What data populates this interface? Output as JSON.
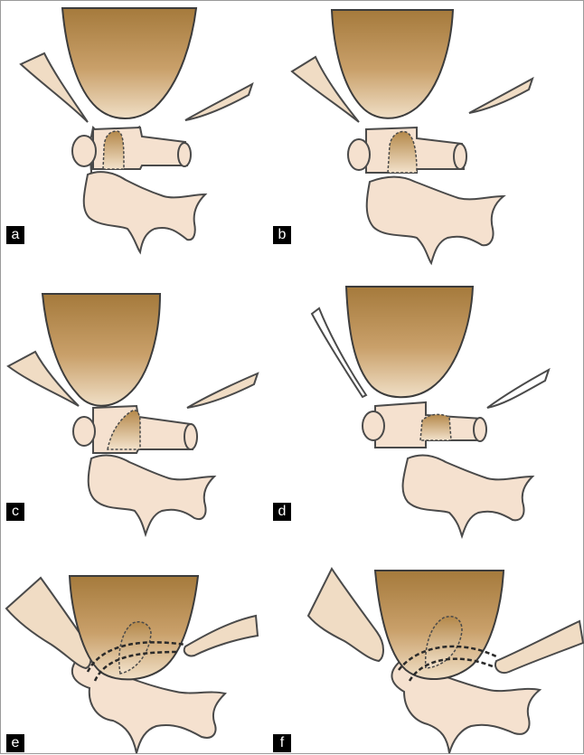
{
  "panels": [
    {
      "id": "a",
      "label": "a"
    },
    {
      "id": "b",
      "label": "b"
    },
    {
      "id": "c",
      "label": "c"
    },
    {
      "id": "d",
      "label": "d"
    },
    {
      "id": "e",
      "label": "e"
    },
    {
      "id": "f",
      "label": "f"
    }
  ],
  "colors": {
    "dura": "#c9a06a",
    "bone": "#f5e1cf",
    "stroke": "#4a4a4a",
    "label_bg": "#000000",
    "label_text": "#ffffff"
  }
}
